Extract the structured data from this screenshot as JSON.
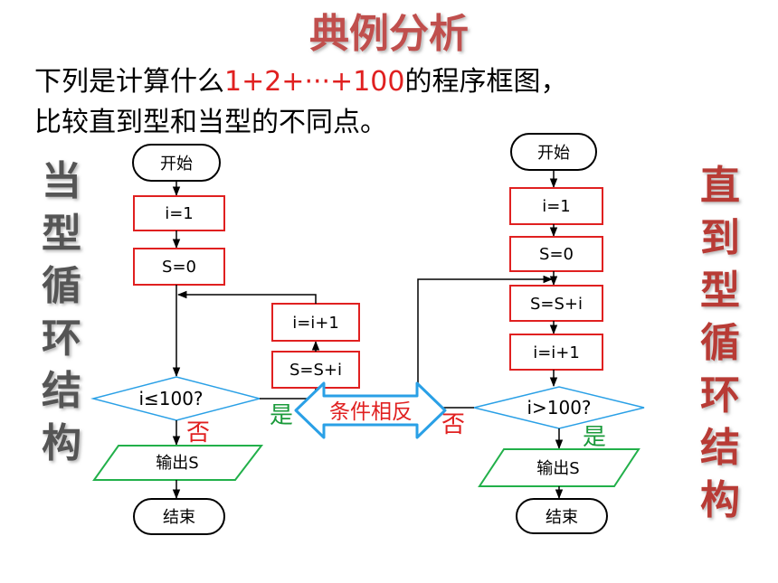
{
  "title": "典例分析",
  "question": {
    "line1_prefix": "下列是计算什么",
    "line1_highlight": "1+2+···+100",
    "line1_suffix": "的程序框图，",
    "line2": "比较直到型和当型的不同点。"
  },
  "left_vertical_label": [
    "当",
    "型",
    "循",
    "环",
    "结",
    "构"
  ],
  "right_vertical_label": [
    "直",
    "到",
    "型",
    "循",
    "环",
    "结",
    "构"
  ],
  "while_loop": {
    "start": "开始",
    "init_i": "i=1",
    "init_s": "S=0",
    "condition": "i≤100?",
    "body_increment": "i=i+1",
    "body_sum": "S=S+i",
    "yes": "是",
    "no": "否",
    "output": "输出S",
    "end": "结束"
  },
  "until_loop": {
    "start": "开始",
    "init_i": "i=1",
    "init_s": "S=0",
    "body_sum": "S=S+i",
    "body_increment": "i=i+1",
    "condition": "i>100?",
    "yes": "是",
    "no": "否",
    "output": "输出S",
    "end": "结束"
  },
  "comparison_arrow_label": "条件相反",
  "colors": {
    "title": "#c0504d",
    "highlight": "#e02020",
    "process_border": "#e02020",
    "io_border": "#22b04a",
    "yes_label": "#1a9a3a",
    "no_label": "#e02020",
    "arrow_fill": "#ffffff",
    "arrow_border": "#2aa0e6",
    "vertical_label_left": "#555555",
    "vertical_label_right": "#b83a34"
  }
}
